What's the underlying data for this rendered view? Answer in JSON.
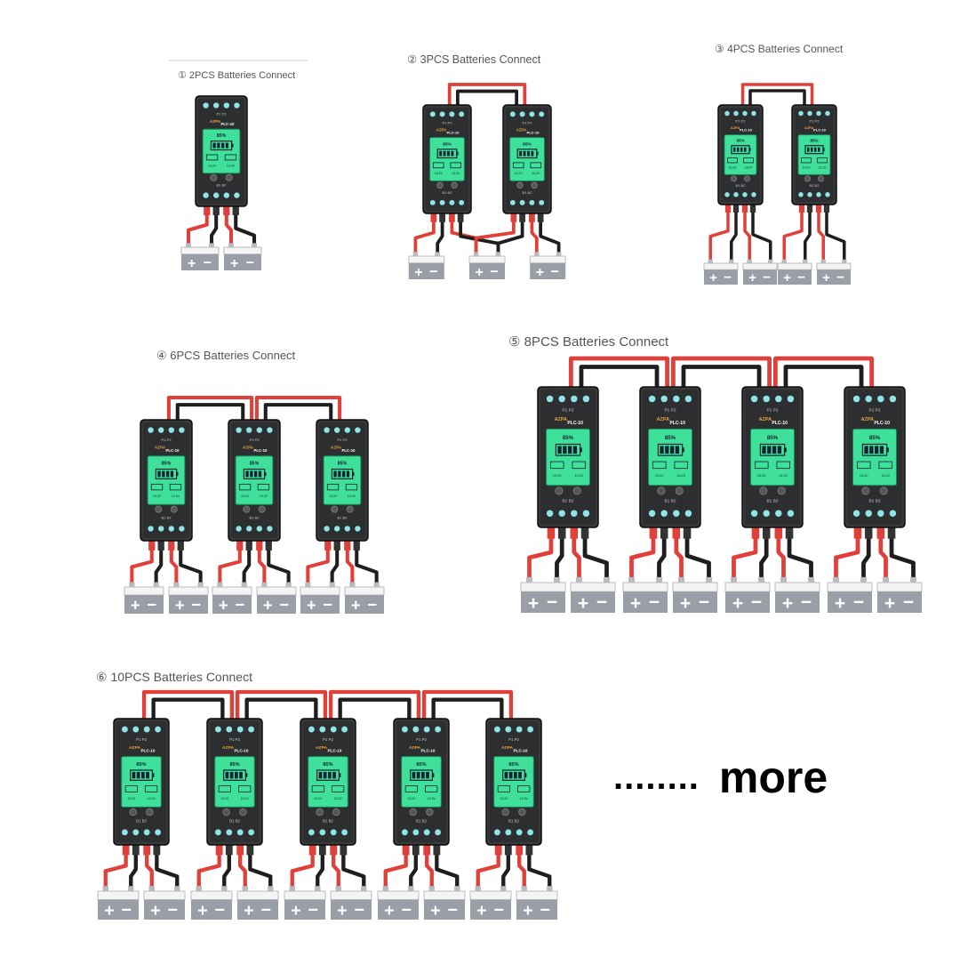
{
  "diagrams": [
    {
      "title": "① 2PCS Batteries Connect",
      "controllers": 1,
      "batteries": 2
    },
    {
      "title": "② 3PCS Batteries Connect",
      "controllers": 2,
      "batteries": 3
    },
    {
      "title": "③ 4PCS Batteries Connect",
      "controllers": 2,
      "batteries": 4
    },
    {
      "title": "④ 6PCS Batteries Connect",
      "controllers": 3,
      "batteries": 6
    },
    {
      "title": "⑤ 8PCS Batteries Connect",
      "controllers": 4,
      "batteries": 8
    },
    {
      "title": "⑥ 10PCS Batteries Connect",
      "controllers": 5,
      "batteries": 10
    }
  ],
  "device": {
    "brand": "AZPA",
    "model": "PLC-10",
    "percent": "85%",
    "voltage_left": "13.2V",
    "voltage_right": "13.2V",
    "top_terminals": "P1  P2",
    "bottom_terminals": "B1  B2"
  },
  "battery_symbols": {
    "plus": "+",
    "minus": "−"
  },
  "more": {
    "dots": "........",
    "label": "more"
  },
  "colors": {
    "red_wire": "#e0403a",
    "black_wire": "#1e1e1e",
    "screen": "#3fe09a",
    "device_body": "#2c2e30",
    "button": "#8fe4e8",
    "battery": "#9a9ea6"
  }
}
